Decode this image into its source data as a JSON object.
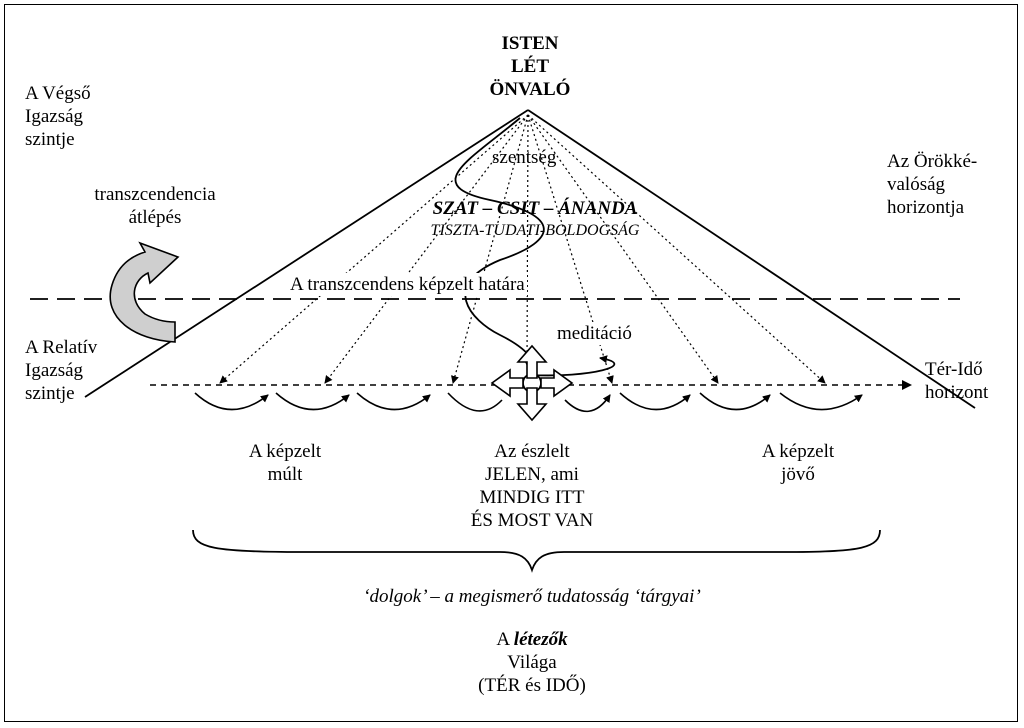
{
  "apex": {
    "line1": "ISTEN",
    "line2": "LÉT",
    "line3": "ÖNVALÓ"
  },
  "left_top": {
    "line1": "A Végső",
    "line2": "Igazság",
    "line3": "szintje"
  },
  "transcendence": {
    "line1": "transzcendencia",
    "line2": "átlépés"
  },
  "holiness": "szentség",
  "sat_chit_ananda": "SZAT – CSIT – ÁNANDA",
  "pure_conscious_bliss": "TISZTA-TUDATI-BOLDOGSÁG",
  "right_top": {
    "line1": "Az Örökké-",
    "line2": "valóság",
    "line3": "horizontja"
  },
  "boundary_label": "A transzcendens képzelt határa",
  "meditation": "meditáció",
  "left_relative": {
    "line1": "A Relatív",
    "line2": "Igazság",
    "line3": "szintje"
  },
  "spacetime": {
    "line1": "Tér-Idő",
    "line2": "horizont"
  },
  "past": {
    "line1": "A képzelt",
    "line2": "múlt"
  },
  "present": {
    "line1": "Az észlelt",
    "line2": "JELEN, ami",
    "line3": "MINDIG ITT",
    "line4": "ÉS MOST VAN"
  },
  "future": {
    "line1": "A képzelt",
    "line2": "jövő"
  },
  "things": "‘dolgok’ – a megismerő tudatosság ‘tárgyai’",
  "world": {
    "line1_prefix": "A ",
    "line1_emph": "létezők",
    "line2": "Világa",
    "line3": "(TÉR és IDŐ)"
  }
}
